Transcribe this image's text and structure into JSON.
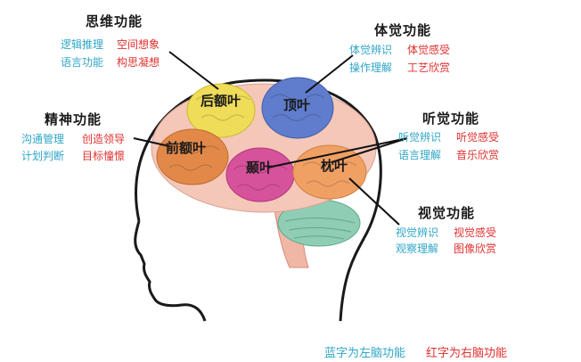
{
  "colors": {
    "left_brain": "#2fa6c6",
    "right_brain": "#e0312f",
    "frontal": "#e2894a",
    "posterior_frontal": "#efdc58",
    "parietal": "#5f7dcc",
    "temporal": "#d6529b",
    "occipital": "#f0a063",
    "brain_base": "#f4c7b8",
    "cerebellum": "#8fcdb5",
    "outline": "#1a1a1a"
  },
  "lobes": {
    "posterior_frontal": "后额叶",
    "parietal": "顶叶",
    "frontal": "前额叶",
    "temporal": "颞叶",
    "occipital": "枕叶"
  },
  "groups": {
    "thinking": {
      "title": "思维功能",
      "left": [
        "逻辑推理",
        "语言功能"
      ],
      "right": [
        "空间想象",
        "构思凝想"
      ]
    },
    "spirit": {
      "title": "精神功能",
      "left": [
        "沟通管理",
        "计划判断"
      ],
      "right": [
        "创造领导",
        "目标憧憬"
      ]
    },
    "body_sense": {
      "title": "体觉功能",
      "left": [
        "体觉辨识",
        "操作理解"
      ],
      "right": [
        "体觉感受",
        "工艺欣赏"
      ]
    },
    "hearing": {
      "title": "听觉功能",
      "left": [
        "听觉辨识",
        "语言理解"
      ],
      "right": [
        "听觉感受",
        "音乐欣赏"
      ]
    },
    "vision": {
      "title": "视觉功能",
      "left": [
        "视觉辨识",
        "观察理解"
      ],
      "right": [
        "视觉感受",
        "图像欣赏"
      ]
    }
  },
  "legend": {
    "blue_text": "蓝字为左脑功能",
    "red_text": "红字为右脑功能"
  }
}
